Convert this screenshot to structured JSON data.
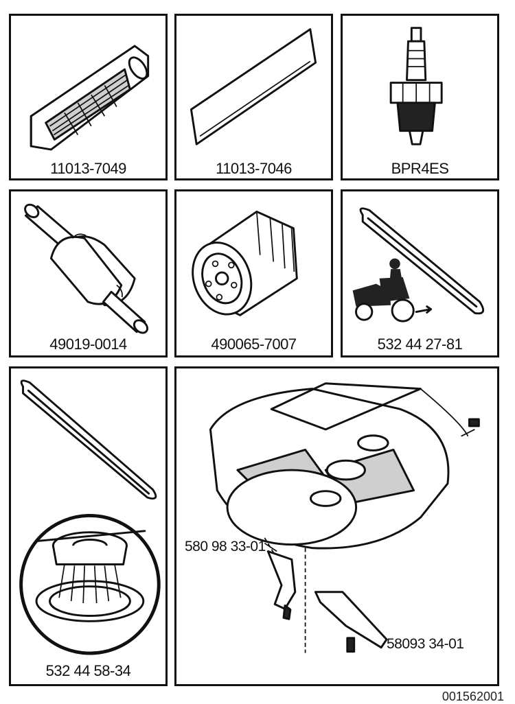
{
  "panels": [
    {
      "id": "air-filter",
      "part_number": "11013-7049"
    },
    {
      "id": "pre-filter",
      "part_number": "11013-7046"
    },
    {
      "id": "spark-plug",
      "part_number": "BPR4ES"
    },
    {
      "id": "fuel-filter",
      "part_number": "49019-0014"
    },
    {
      "id": "oil-filter",
      "part_number": "490065-7007"
    },
    {
      "id": "drive-belt",
      "part_number": "532 44 27-81"
    },
    {
      "id": "belt-pulley",
      "part_number": "532 44 58-34"
    },
    {
      "id": "mower-deck",
      "callouts": [
        "580 98 33-01",
        "58093 34-01"
      ]
    }
  ],
  "figure_id": "001562001"
}
